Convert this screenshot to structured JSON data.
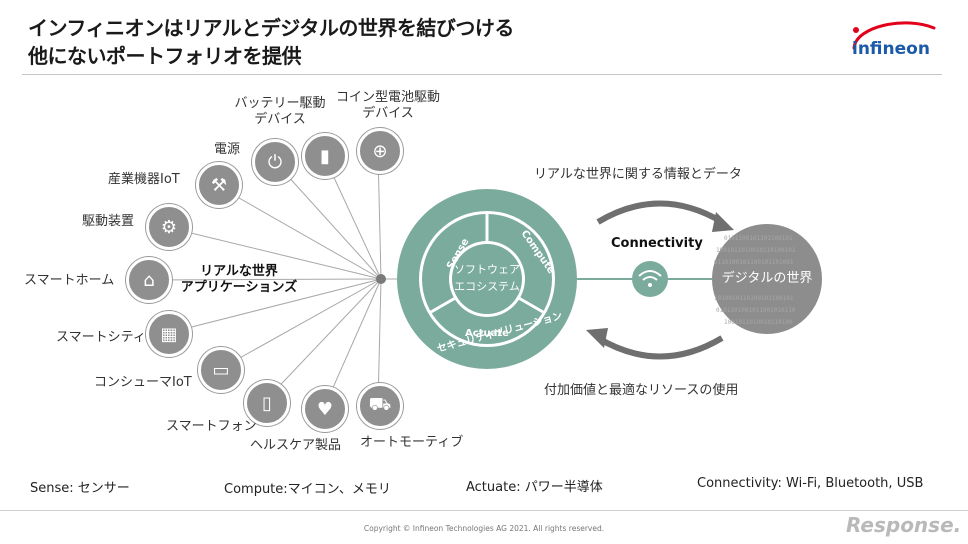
{
  "header": {
    "title_line1": "インフィニオンはリアルとデジタルの世界を結びつける",
    "title_line2": "他にないポートフォリオを提供",
    "logo_text": "infineon"
  },
  "left_center_label": {
    "line1": "リアルな世界",
    "line2": "アプリケーションズ"
  },
  "applications": [
    {
      "label": "スマートホーム",
      "icon": "house-icon"
    },
    {
      "label": "駆動装置",
      "icon": "motor-icon"
    },
    {
      "label": "産業機器IoT",
      "icon": "robot-arm-icon"
    },
    {
      "label": "電源",
      "icon": "power-plug-icon"
    },
    {
      "label_line1": "バッテリー駆動",
      "label_line2": "デバイス",
      "icon": "battery-icon"
    },
    {
      "label_line1": "コイン型電池駆動",
      "label_line2": "デバイス",
      "icon": "coin-cell-icon"
    },
    {
      "label": "スマートシティ",
      "icon": "buildings-icon"
    },
    {
      "label": "コンシューマIoT",
      "icon": "tv-icon"
    },
    {
      "label": "スマートフォン",
      "icon": "smartphone-icon"
    },
    {
      "label": "ヘルスケア製品",
      "icon": "heart-pulse-icon"
    },
    {
      "label": "オートモーティブ",
      "icon": "car-icon"
    }
  ],
  "ecosystem": {
    "center_line1": "ソフトウェア",
    "center_line2": "エコシステム",
    "sense": "Sense",
    "compute": "Compute",
    "actuate": "Actuate",
    "ring_text": "セキュリティソリューション"
  },
  "connectivity": {
    "label": "Connectivity",
    "top_arrow_text": "リアルな世界に関する情報とデータ",
    "bottom_arrow_text": "付加価値と最適なリソースの使用",
    "digital_world": "デジタルの世界",
    "wifi_icon": "wifi-icon"
  },
  "legend": {
    "sense_key": "Sense:",
    "sense_val": " センサー",
    "compute_key": "Compute:",
    "compute_val": "マイコン、メモリ",
    "actuate_key": "Actuate:",
    "actuate_val": " パワー半導体",
    "connectivity_key": "Connectivity:",
    "connectivity_val": "  Wi-Fi, Bluetooth, USB"
  },
  "footer": {
    "copyright": "Copyright © Infineon Technologies AG 2021. All rights reserved.",
    "watermark": "Response."
  },
  "colors": {
    "teal": "#7aab9c",
    "teal_dark": "#5f9585",
    "gray_icon": "#8f8f8f",
    "digital": "#8d8d8d",
    "arrow": "#6f6f6f"
  }
}
